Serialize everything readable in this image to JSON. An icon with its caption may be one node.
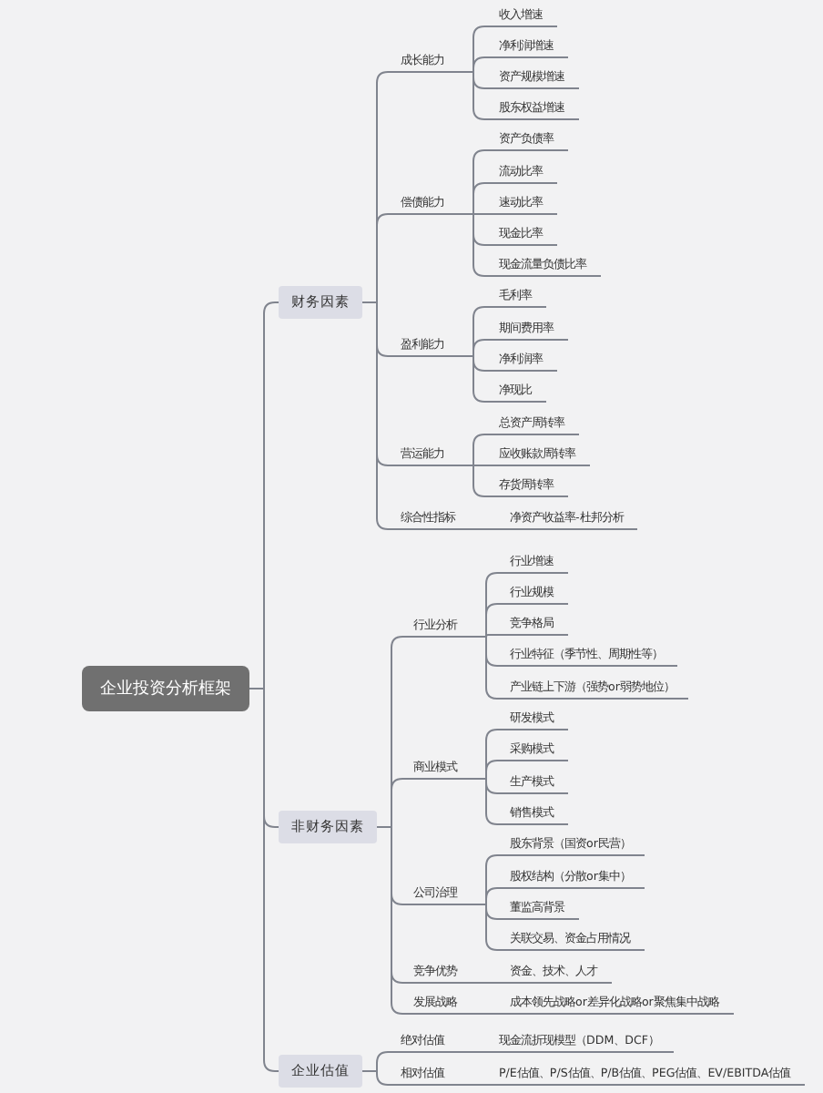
{
  "diagram": {
    "nodes": [
      {
        "text": [
          "企业投资分析框架"
        ]
      },
      {
        "text": [
          "财务因素"
        ]
      },
      {
        "text": [
          "成长能力"
        ]
      },
      {
        "text": [
          "收入增速"
        ]
      },
      {
        "text": [
          "净利润增速"
        ]
      },
      {
        "text": [
          "资产规模增速"
        ]
      },
      {
        "text": [
          "股东权益增速"
        ]
      },
      {
        "text": [
          "偿债能力"
        ]
      },
      {
        "text": [
          "资产负债率"
        ]
      },
      {
        "text": [
          "流动比率"
        ]
      },
      {
        "text": [
          "速动比率"
        ]
      },
      {
        "text": [
          "现金比率"
        ]
      },
      {
        "text": [
          "现金流量负债比率"
        ]
      },
      {
        "text": [
          "盈利能力"
        ]
      },
      {
        "text": [
          "毛利率"
        ]
      },
      {
        "text": [
          "期间费用率"
        ]
      },
      {
        "text": [
          "净利润率"
        ]
      },
      {
        "text": [
          "净现比"
        ]
      },
      {
        "text": [
          "营运能力"
        ]
      },
      {
        "text": [
          "总资产周转率"
        ]
      },
      {
        "text": [
          "应收账款周转率"
        ]
      },
      {
        "text": [
          "存货周转率"
        ]
      },
      {
        "text": [
          "综合性指标"
        ]
      },
      {
        "text": [
          "净资产收益率-杜邦分析"
        ]
      },
      {
        "text": [
          "非财务因素"
        ]
      },
      {
        "text": [
          "行业分析"
        ]
      },
      {
        "text": [
          "行业增速"
        ]
      },
      {
        "text": [
          "行业规模"
        ]
      },
      {
        "text": [
          "竞争格局"
        ]
      },
      {
        "text": [
          "行业特征（季节性、周期性等）"
        ]
      },
      {
        "text": [
          "产业链上下游（强势or弱势地位）"
        ]
      },
      {
        "text": [
          "商业模式"
        ]
      },
      {
        "text": [
          "研发模式"
        ]
      },
      {
        "text": [
          "采购模式"
        ]
      },
      {
        "text": [
          "生产模式"
        ]
      },
      {
        "text": [
          "销售模式"
        ]
      },
      {
        "text": [
          "公司治理"
        ]
      },
      {
        "text": [
          "股东背景（国资or民营）"
        ]
      },
      {
        "text": [
          "股权结构（分散or集中）"
        ]
      },
      {
        "text": [
          "董监高背景"
        ]
      },
      {
        "text": [
          "关联交易、资金占用情况"
        ]
      },
      {
        "text": [
          "竞争优势"
        ]
      },
      {
        "text": [
          "资金、技术、人才"
        ]
      },
      {
        "text": [
          "发展战略"
        ]
      },
      {
        "text": [
          "成本领先战略or差异化战略or聚焦集中战略"
        ]
      },
      {
        "text": [
          "企业估值"
        ]
      },
      {
        "text": [
          "绝对估值"
        ]
      },
      {
        "text": [
          "现金流折现模型（DDM、DCF）"
        ]
      },
      {
        "text": [
          "相对估值"
        ]
      },
      {
        "text": [
          "P/E估值、P/S估值、P/B估值、PEG估值、EV/EBITDA估值"
        ]
      }
    ],
    "edges": [
      {
        "from": 0,
        "to": 1,
        "arrow": "none"
      },
      {
        "from": 1,
        "to": 2,
        "arrow": "none"
      },
      {
        "from": 2,
        "to": 3,
        "arrow": "none"
      },
      {
        "from": 2,
        "to": 4,
        "arrow": "none"
      },
      {
        "from": 2,
        "to": 5,
        "arrow": "none"
      },
      {
        "from": 2,
        "to": 6,
        "arrow": "none"
      },
      {
        "from": 1,
        "to": 7,
        "arrow": "none"
      },
      {
        "from": 7,
        "to": 8,
        "arrow": "none"
      },
      {
        "from": 7,
        "to": 9,
        "arrow": "none"
      },
      {
        "from": 7,
        "to": 10,
        "arrow": "none"
      },
      {
        "from": 7,
        "to": 11,
        "arrow": "none"
      },
      {
        "from": 7,
        "to": 12,
        "arrow": "none"
      },
      {
        "from": 1,
        "to": 13,
        "arrow": "none"
      },
      {
        "from": 13,
        "to": 14,
        "arrow": "none"
      },
      {
        "from": 13,
        "to": 15,
        "arrow": "none"
      },
      {
        "from": 13,
        "to": 16,
        "arrow": "none"
      },
      {
        "from": 13,
        "to": 17,
        "arrow": "none"
      },
      {
        "from": 1,
        "to": 18,
        "arrow": "none"
      },
      {
        "from": 18,
        "to": 19,
        "arrow": "none"
      },
      {
        "from": 18,
        "to": 20,
        "arrow": "none"
      },
      {
        "from": 18,
        "to": 21,
        "arrow": "none"
      },
      {
        "from": 1,
        "to": 22,
        "arrow": "none"
      },
      {
        "from": 22,
        "to": 23,
        "arrow": "none"
      },
      {
        "from": 0,
        "to": 24,
        "arrow": "none"
      },
      {
        "from": 24,
        "to": 25,
        "arrow": "none"
      },
      {
        "from": 25,
        "to": 26,
        "arrow": "none"
      },
      {
        "from": 25,
        "to": 27,
        "arrow": "none"
      },
      {
        "from": 25,
        "to": 28,
        "arrow": "none"
      },
      {
        "from": 25,
        "to": 29,
        "arrow": "none"
      },
      {
        "from": 25,
        "to": 30,
        "arrow": "none"
      },
      {
        "from": 24,
        "to": 31,
        "arrow": "none"
      },
      {
        "from": 31,
        "to": 32,
        "arrow": "none"
      },
      {
        "from": 31,
        "to": 33,
        "arrow": "none"
      },
      {
        "from": 31,
        "to": 34,
        "arrow": "none"
      },
      {
        "from": 31,
        "to": 35,
        "arrow": "none"
      },
      {
        "from": 24,
        "to": 36,
        "arrow": "none"
      },
      {
        "from": 36,
        "to": 37,
        "arrow": "none"
      },
      {
        "from": 36,
        "to": 38,
        "arrow": "none"
      },
      {
        "from": 36,
        "to": 39,
        "arrow": "none"
      },
      {
        "from": 36,
        "to": 40,
        "arrow": "none"
      },
      {
        "from": 24,
        "to": 41,
        "arrow": "none"
      },
      {
        "from": 41,
        "to": 42,
        "arrow": "none"
      },
      {
        "from": 24,
        "to": 43,
        "arrow": "none"
      },
      {
        "from": 43,
        "to": 44,
        "arrow": "none"
      },
      {
        "from": 0,
        "to": 45,
        "arrow": "none"
      },
      {
        "from": 45,
        "to": 46,
        "arrow": "none"
      },
      {
        "from": 46,
        "to": 47,
        "arrow": "none"
      },
      {
        "from": 45,
        "to": 48,
        "arrow": "none"
      },
      {
        "from": 48,
        "to": 49,
        "arrow": "none"
      }
    ]
  }
}
